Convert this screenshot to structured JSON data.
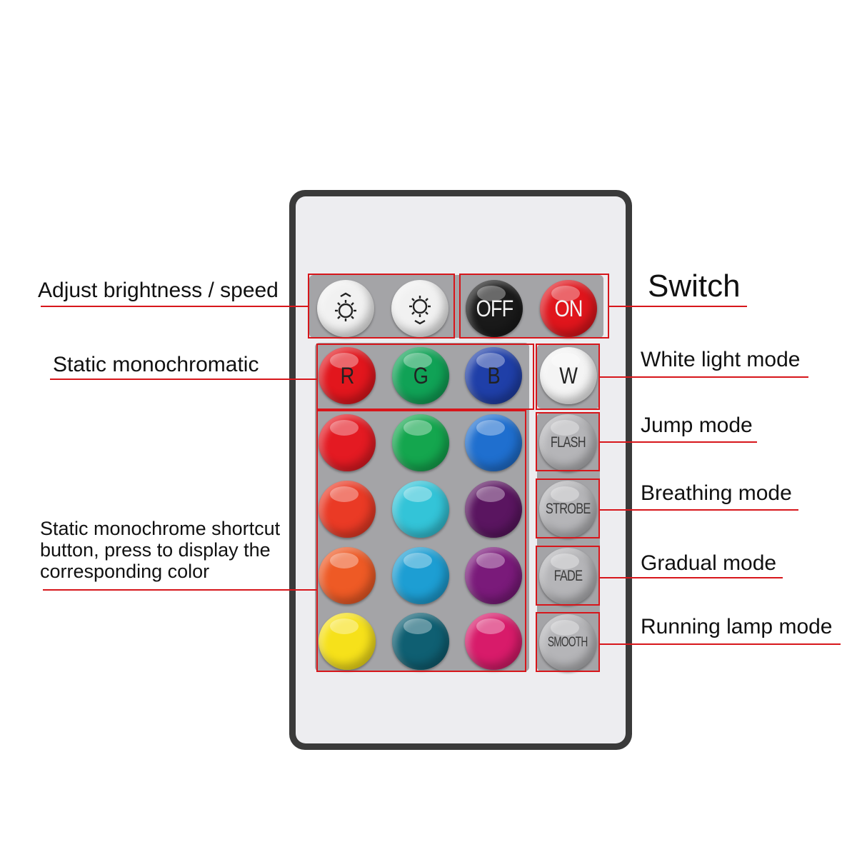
{
  "colors": {
    "remote_body": "#3a3a3a",
    "remote_face": "#ededf0",
    "panel": "#a4a4a7",
    "highlight": "#d7161b"
  },
  "keys": {
    "brightness_up": {
      "icon": "brightness-up-icon",
      "color": "#f1f1f1"
    },
    "brightness_down": {
      "icon": "brightness-down-icon",
      "color": "#f1f1f1"
    },
    "off": {
      "text": "OFF",
      "color": "#1a1a1a"
    },
    "on": {
      "text": "ON",
      "color": "#e0151c"
    },
    "r": {
      "text": "R",
      "color": "#e2161d"
    },
    "g": {
      "text": "G",
      "color": "#10a256"
    },
    "b": {
      "text": "B",
      "color": "#1f3fa8"
    },
    "w": {
      "text": "W",
      "color": "#f4f4f4"
    },
    "flash": {
      "text": "FLASH",
      "color": "#b5b5b8"
    },
    "strobe": {
      "text": "STROBE",
      "color": "#b5b5b8"
    },
    "fade": {
      "text": "FADE",
      "color": "#b5b5b8"
    },
    "smooth": {
      "text": "SMOOTH",
      "color": "#b5b5b8"
    }
  },
  "color_shortcuts": [
    [
      "#e41a22",
      "#14a64e",
      "#1f6fcf"
    ],
    [
      "#ea3a25",
      "#33c4d8",
      "#5a1560"
    ],
    [
      "#ee5a25",
      "#1d9ed3",
      "#7a1a7a"
    ],
    [
      "#f6e11a",
      "#0f5f72",
      "#d81b6a"
    ]
  ],
  "labels": {
    "brightness": "Adjust brightness / speed",
    "switch": "Switch",
    "static_mono": "Static monochromatic",
    "white": "White light mode",
    "jump": "Jump mode",
    "breathing": "Breathing mode",
    "shortcut_line1": "Static monochrome shortcut",
    "shortcut_line2": "button, press to display the",
    "shortcut_line3": "corresponding color",
    "gradual": "Gradual mode",
    "running": "Running lamp mode"
  }
}
